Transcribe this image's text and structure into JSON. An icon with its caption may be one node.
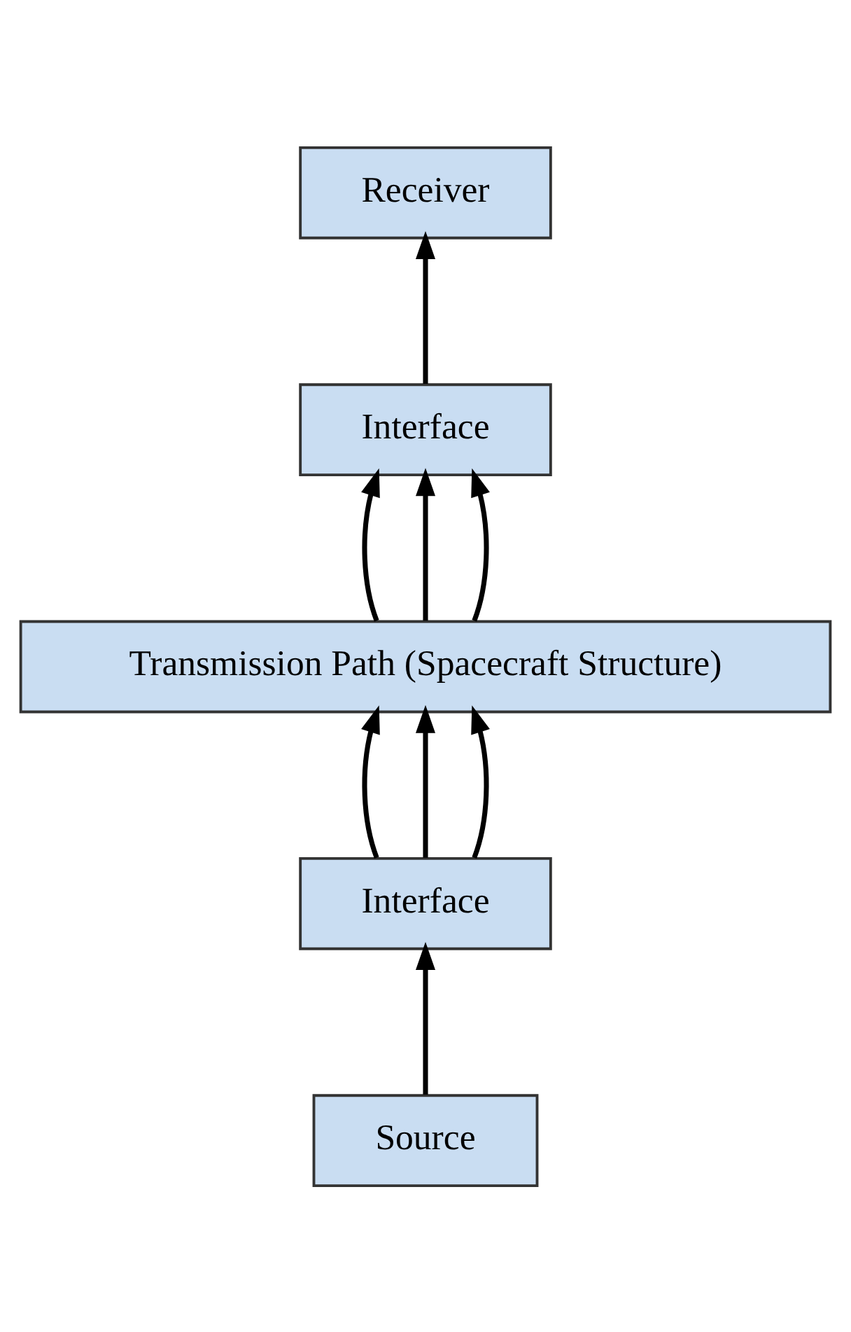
{
  "diagram": {
    "nodes": [
      {
        "text": [
          "Receiver"
        ]
      },
      {
        "text": [
          "Interface"
        ]
      },
      {
        "text": [
          "Transmission Path (Spacecraft Structure)"
        ]
      },
      {
        "text": [
          "Interface"
        ]
      },
      {
        "text": [
          "Source"
        ]
      }
    ],
    "edges": [
      {
        "from": 4,
        "to": 3,
        "arrow": "to"
      },
      {
        "from": 3,
        "to": 2,
        "arrow": "to"
      },
      {
        "from": 3,
        "to": 2,
        "arrow": "to"
      },
      {
        "from": 3,
        "to": 2,
        "arrow": "to"
      },
      {
        "from": 2,
        "to": 1,
        "arrow": "to"
      },
      {
        "from": 2,
        "to": 1,
        "arrow": "to"
      },
      {
        "from": 2,
        "to": 1,
        "arrow": "to"
      },
      {
        "from": 1,
        "to": 0,
        "arrow": "to"
      }
    ]
  }
}
